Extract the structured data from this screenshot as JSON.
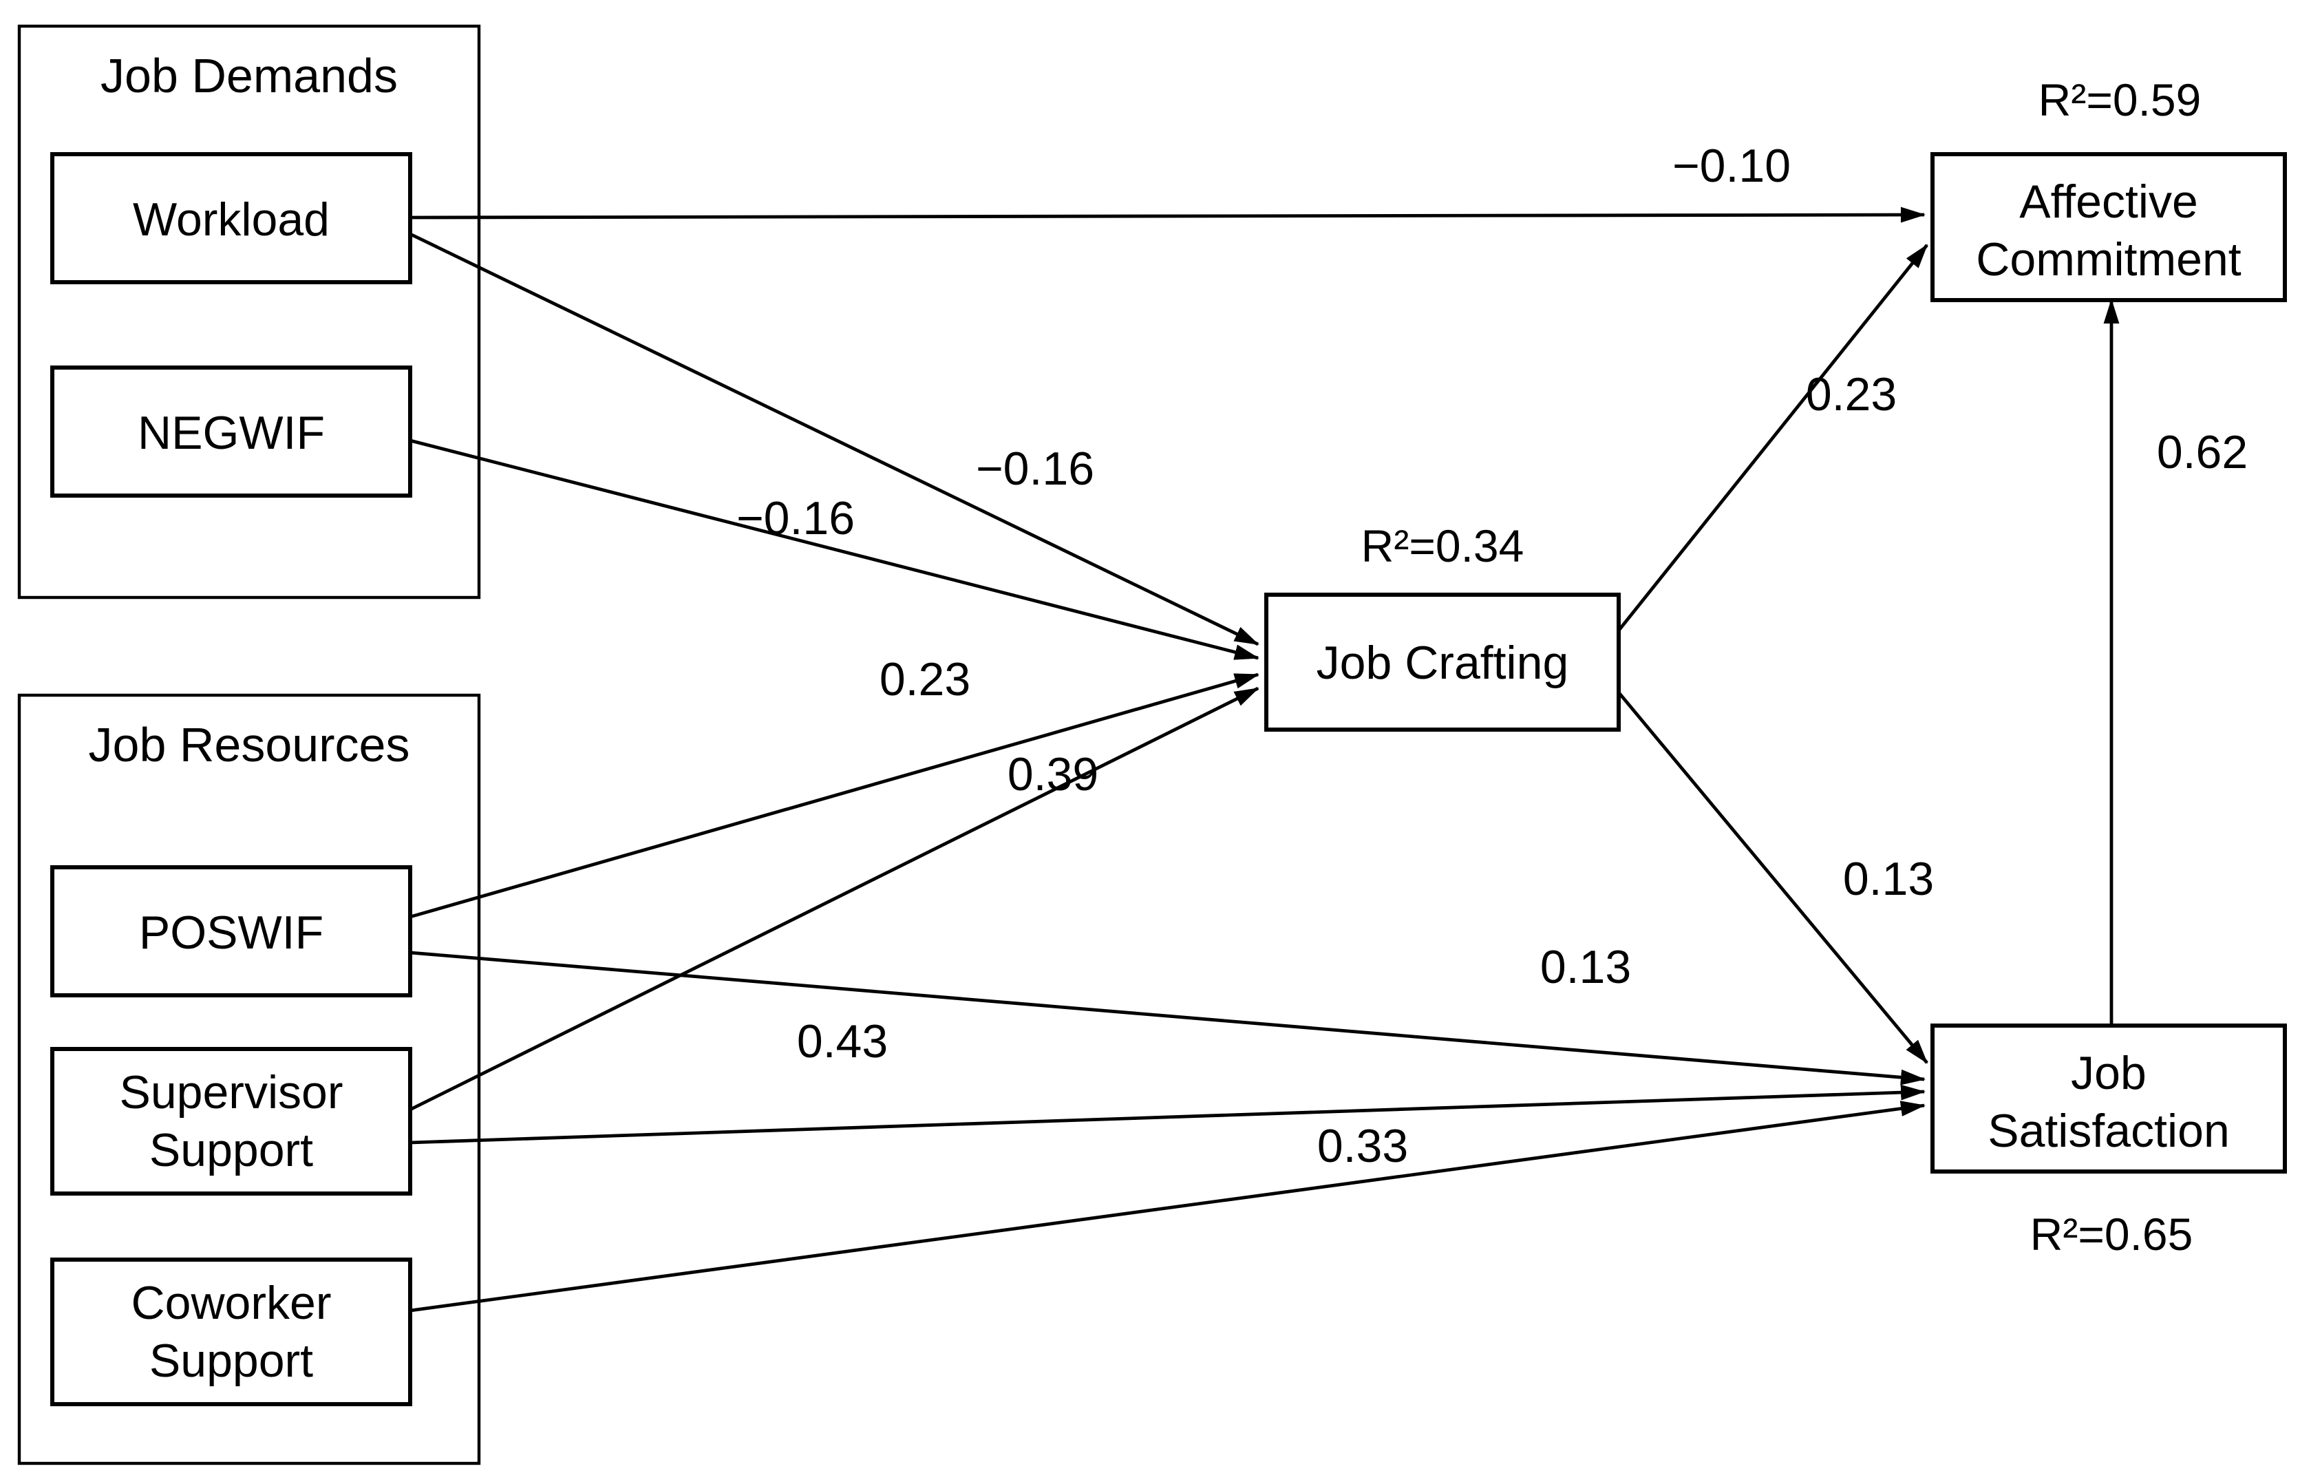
{
  "figure": {
    "groups": {
      "job_demands": {
        "label": "Job Demands"
      },
      "job_resources": {
        "label": "Job Resources"
      }
    },
    "nodes": {
      "workload": {
        "label": "Workload"
      },
      "negwif": {
        "label": "NEGWIF"
      },
      "poswif": {
        "label": "POSWIF"
      },
      "supervisor_support": {
        "line1": "Supervisor",
        "line2": "Support"
      },
      "coworker_support": {
        "line1": "Coworker",
        "line2": "Support"
      },
      "job_crafting": {
        "label": "Job Crafting",
        "r2": "R²=0.34"
      },
      "affective_commitment": {
        "line1": "Affective",
        "line2": "Commitment",
        "r2": "R²=0.59"
      },
      "job_satisfaction": {
        "line1": "Job",
        "line2": "Satisfaction",
        "r2": "R²=0.65"
      }
    },
    "paths": {
      "workload_affective": {
        "label": "−0.10"
      },
      "workload_crafting": {
        "label": "−0.16"
      },
      "negwif_crafting": {
        "label": "−0.16"
      },
      "poswif_crafting": {
        "label": "0.23"
      },
      "supervisor_crafting": {
        "label": "0.39"
      },
      "crafting_affective": {
        "label": "0.23"
      },
      "crafting_satisfaction": {
        "label": "0.13"
      },
      "poswif_satisfaction": {
        "label": "0.13"
      },
      "supervisor_satisfaction": {
        "label": "0.43"
      },
      "coworker_satisfaction": {
        "label": "0.33"
      },
      "satisfaction_affective": {
        "label": "0.62"
      }
    },
    "colors": {
      "line": "#000000",
      "background": "#ffffff",
      "text": "#000000"
    }
  }
}
